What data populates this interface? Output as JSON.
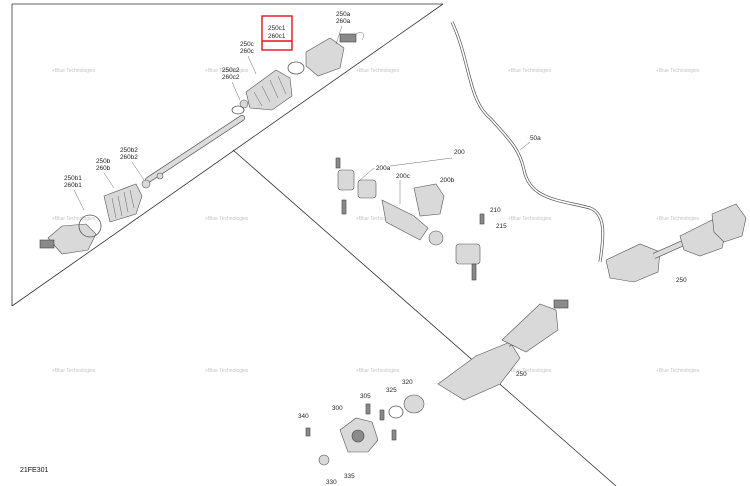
{
  "diagram": {
    "figure_code": "21FE301",
    "highlight_color": "#e0141e",
    "watermark_text": "+Blue Technologies",
    "highlight_box_labels": [
      "250c1",
      "260c1"
    ],
    "callouts": {
      "c250a": "250a",
      "c260a": "260a",
      "c250c": "250c",
      "c260c": "260c",
      "c250c2": "250c2",
      "c260c2": "260c2",
      "c250b2": "250b2",
      "c260b2": "260b2",
      "c250b": "250b",
      "c260b": "260b",
      "c250b1": "250b1",
      "c260b1": "260b1",
      "c50a": "50a",
      "c200": "200",
      "c200a": "200a",
      "c200c": "200c",
      "c200b": "200b",
      "c210": "210",
      "c215": "215",
      "c250": "250",
      "c250_lower": "250",
      "c320": "320",
      "c325": "325",
      "c305": "305",
      "c300": "300",
      "c340": "340",
      "c335": "335",
      "c330": "330"
    }
  }
}
